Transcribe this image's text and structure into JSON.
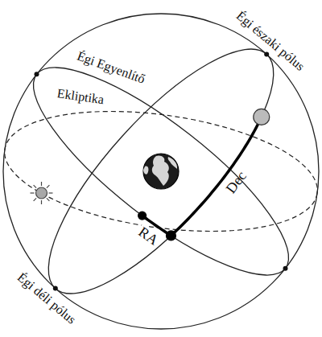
{
  "diagram": {
    "labels": [
      "Égi északi pólus",
      "Égi Egyenlítő",
      "Ekliptika",
      "Dec",
      "RA",
      "Égi déli pólus"
    ]
  }
}
